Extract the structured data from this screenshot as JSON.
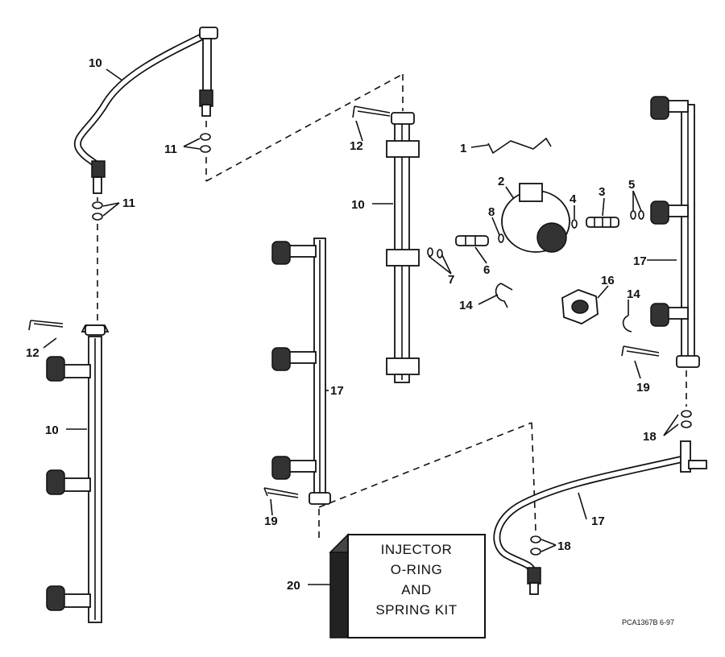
{
  "callouts": {
    "c1": "1",
    "c2": "2",
    "c3": "3",
    "c4": "4",
    "c5": "5",
    "c6": "6",
    "c7": "7",
    "c8": "8",
    "c10a": "10",
    "c10b": "10",
    "c10c": "10",
    "c11a": "11",
    "c11b": "11",
    "c12a": "12",
    "c12b": "12",
    "c14a": "14",
    "c14b": "14",
    "c16": "16",
    "c17a": "17",
    "c17b": "17",
    "c17c": "17",
    "c18a": "18",
    "c18b": "18",
    "c19a": "19",
    "c19b": "19",
    "c20": "20"
  },
  "kit_box": {
    "line1": "INJECTOR",
    "line2": "O-RING",
    "line3": "AND",
    "line4": "SPRING KIT"
  },
  "drawing_code": "PCA1367B  6-97"
}
